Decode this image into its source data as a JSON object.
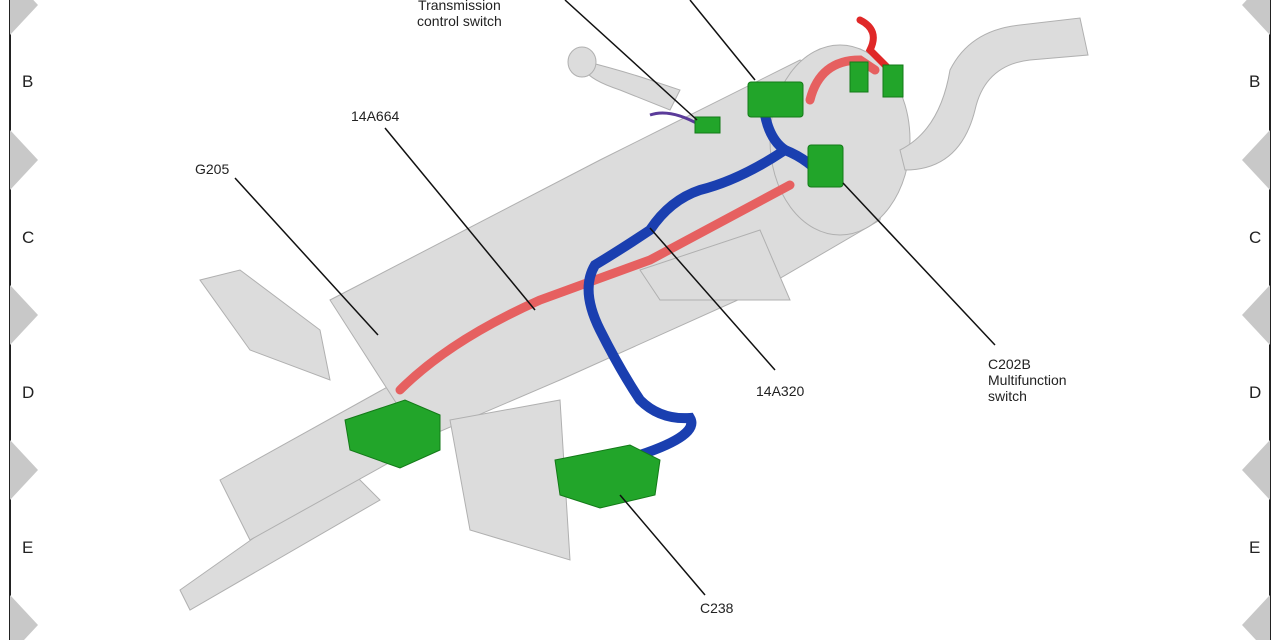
{
  "grid_rows": [
    "B",
    "C",
    "D",
    "E"
  ],
  "callouts": {
    "transmission": [
      "Transmission",
      "control switch"
    ],
    "harness_14a664": "14A664",
    "g205": "G205",
    "harness_14a320": "14A320",
    "c202b": [
      "C202B",
      "Multifunction",
      "switch"
    ],
    "c238": "C238"
  },
  "colors": {
    "connector": "#22a52a",
    "harness_blue": "#1a3fb0",
    "harness_red": "#e66060",
    "part": "#d9d9d9"
  }
}
